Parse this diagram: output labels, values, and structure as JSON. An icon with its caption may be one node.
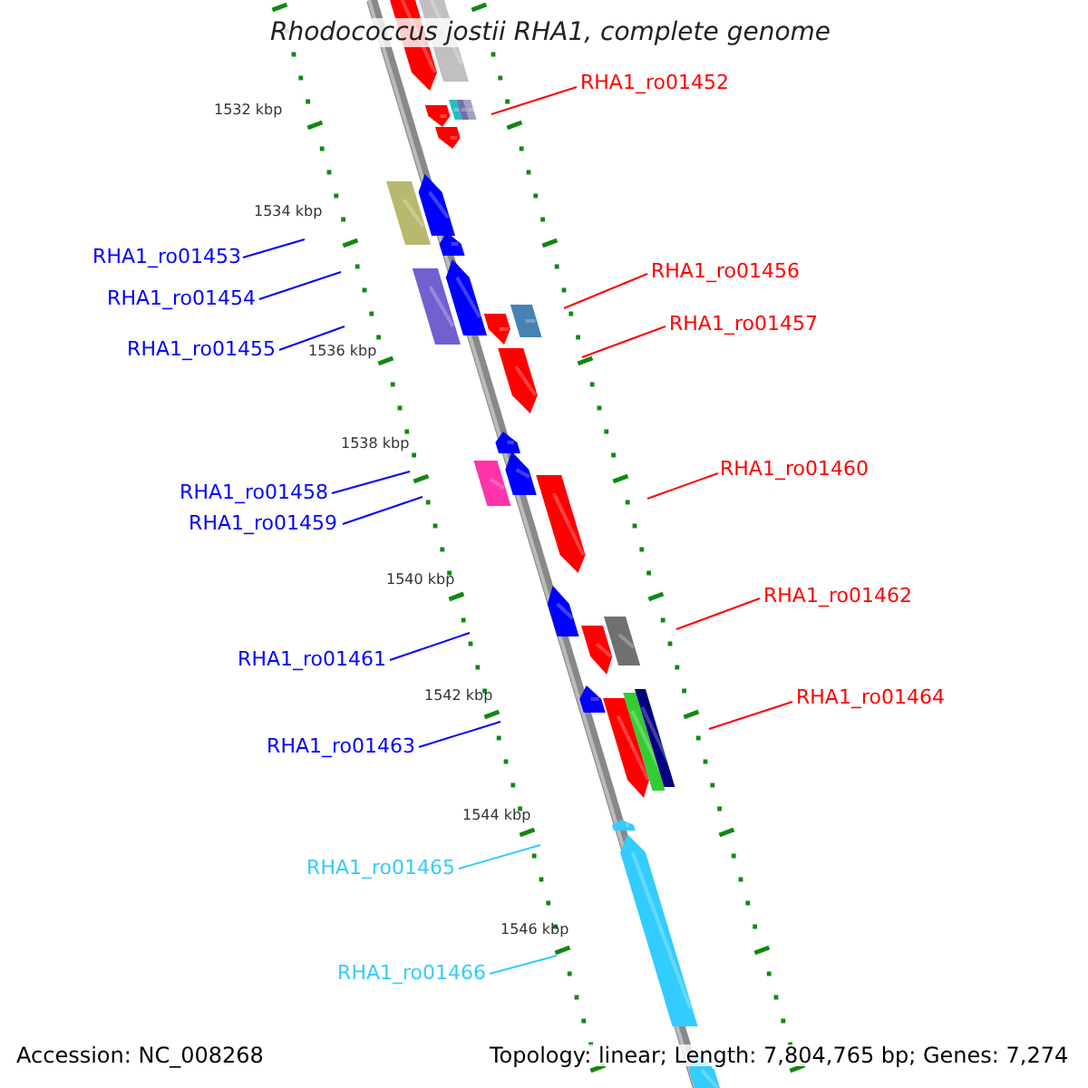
{
  "diagram": {
    "title": "Rhodococcus jostii RHA1, complete genome",
    "nodes": [
      {
        "text": [
          "RHA1_ro01452"
        ]
      },
      {
        "text": [
          "RHA1_ro01453"
        ]
      },
      {
        "text": [
          "RHA1_ro01454"
        ]
      },
      {
        "text": [
          "RHA1_ro01455"
        ]
      },
      {
        "text": [
          "RHA1_ro01456"
        ]
      },
      {
        "text": [
          "RHA1_ro01457"
        ]
      },
      {
        "text": [
          "RHA1_ro01458"
        ]
      },
      {
        "text": [
          "RHA1_ro01459"
        ]
      },
      {
        "text": [
          "RHA1_ro01460"
        ]
      },
      {
        "text": [
          "RHA1_ro01461"
        ]
      },
      {
        "text": [
          "RHA1_ro01462"
        ]
      },
      {
        "text": [
          "RHA1_ro01463"
        ]
      },
      {
        "text": [
          "RHA1_ro01464"
        ]
      },
      {
        "text": [
          "RHA1_ro01465"
        ]
      },
      {
        "text": [
          "RHA1_ro01466"
        ]
      }
    ],
    "edges": [
      {
        "from": 0,
        "to": null,
        "arrow": "none",
        "color": "#ff0000"
      },
      {
        "from": 1,
        "to": null,
        "arrow": "none"
      },
      {
        "from": 2,
        "to": null,
        "arrow": "none"
      },
      {
        "from": 3,
        "to": null,
        "arrow": "none"
      },
      {
        "from": 4,
        "to": null,
        "arrow": "none",
        "color": "#ff0000"
      },
      {
        "from": 5,
        "to": null,
        "arrow": "none",
        "color": "#ff0000"
      },
      {
        "from": 6,
        "to": null,
        "arrow": "none"
      },
      {
        "from": 7,
        "to": null,
        "arrow": "none"
      },
      {
        "from": 8,
        "to": null,
        "arrow": "none",
        "color": "#ff0000"
      },
      {
        "from": 9,
        "to": null,
        "arrow": "none"
      },
      {
        "from": 10,
        "to": null,
        "arrow": "none",
        "color": "#ff0000"
      },
      {
        "from": 11,
        "to": null,
        "arrow": "none"
      },
      {
        "from": 12,
        "to": null,
        "arrow": "none",
        "color": "#ff0000"
      },
      {
        "from": 13,
        "to": null,
        "arrow": "none",
        "color": "#33ccff"
      },
      {
        "from": 14,
        "to": null,
        "arrow": "none",
        "color": "#33ccff"
      }
    ],
    "labels": [
      "1532 kbp",
      "1534 kbp",
      "1536 kbp",
      "1538 kbp",
      "1540 kbp",
      "1542 kbp",
      "1544 kbp",
      "1546 kbp",
      "Accession: NC_008268",
      "Topology: linear; Length: 7,804,765 bp; Genes: 7,274"
    ]
  }
}
